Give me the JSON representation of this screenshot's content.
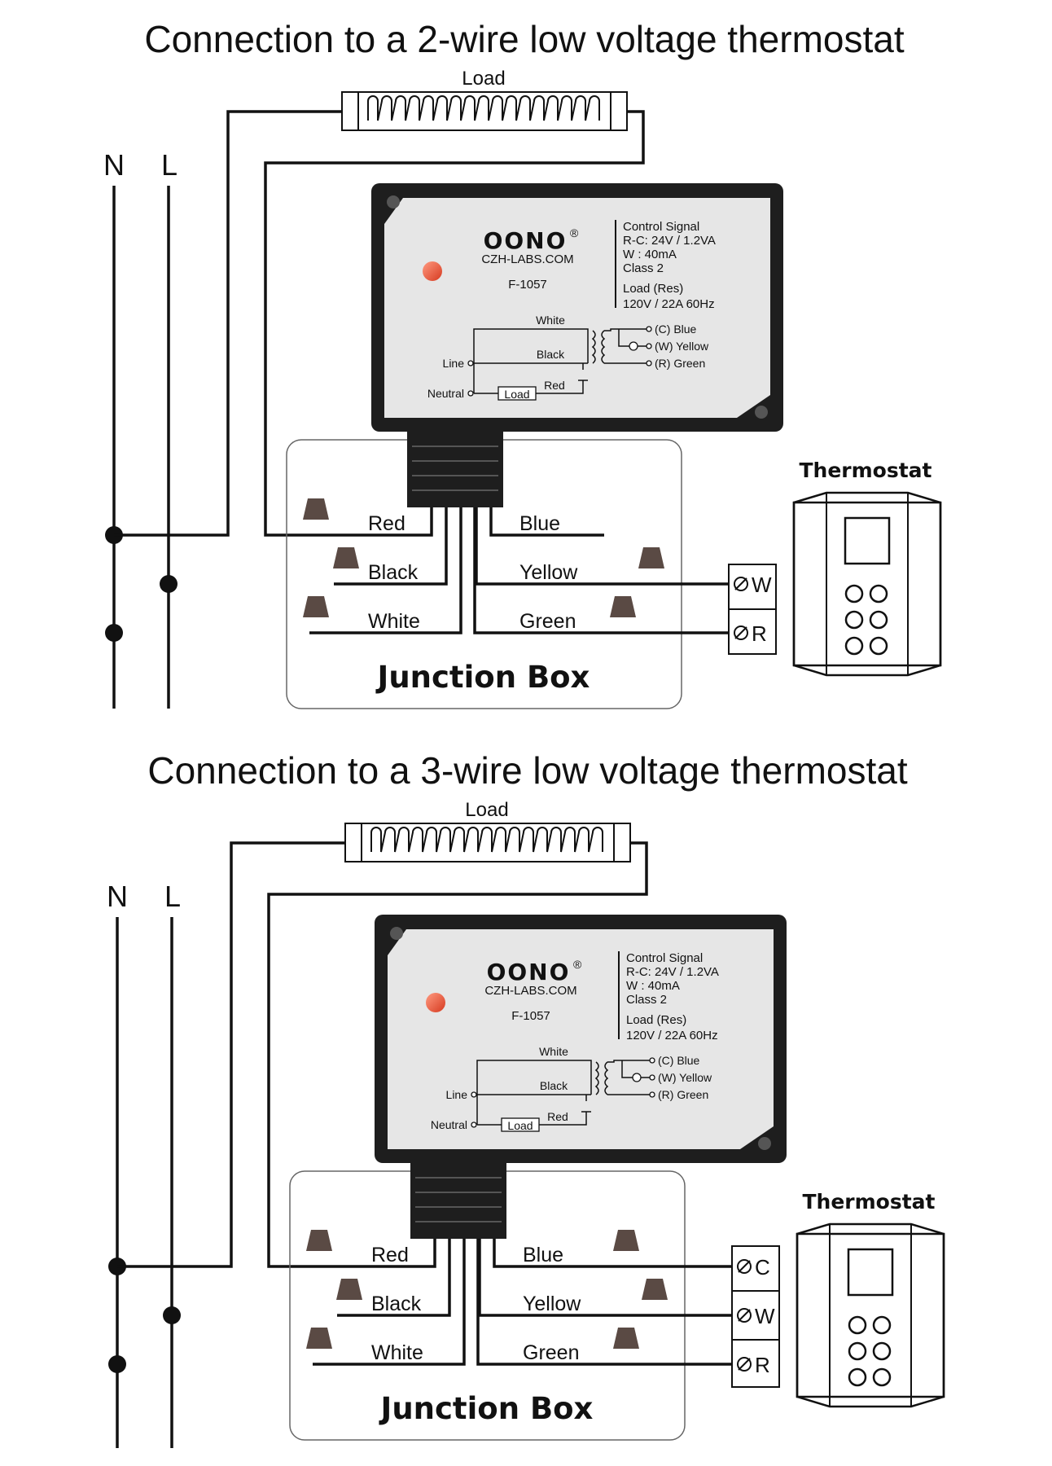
{
  "diagrams": [
    {
      "title": "Connection to a 2-wire low voltage thermostat",
      "load_label": "Load",
      "n_label": "N",
      "l_label": "L",
      "device": {
        "brand": "OONO",
        "reg_mark": "®",
        "website": "CZH-LABS.COM",
        "model": "F-1057",
        "spec_lines": [
          "Control Signal",
          "R-C: 24V / 1.2VA",
          "W   : 40mA",
          "Class 2",
          "Load  (Res)",
          "120V / 22A  60Hz"
        ],
        "schematic": {
          "white": "White",
          "black": "Black",
          "red": "Red",
          "line": "Line",
          "neutral": "Neutral",
          "load": "Load",
          "c_blue": "(C) Blue",
          "w_yellow": "(W) Yellow",
          "r_green": "(R) Green"
        }
      },
      "wires": {
        "red": "Red",
        "black": "Black",
        "white": "White",
        "blue": "Blue",
        "yellow": "Yellow",
        "green": "Green"
      },
      "junction_box": "Junction Box",
      "thermostat": {
        "label": "Thermostat",
        "terminals": [
          "W",
          "R"
        ]
      }
    },
    {
      "title": "Connection to a 3-wire low voltage thermostat",
      "load_label": "Load",
      "n_label": "N",
      "l_label": "L",
      "device": {
        "brand": "OONO",
        "reg_mark": "®",
        "website": "CZH-LABS.COM",
        "model": "F-1057",
        "spec_lines": [
          "Control Signal",
          "R-C: 24V / 1.2VA",
          "W   : 40mA",
          "Class 2",
          "Load  (Res)",
          "120V / 22A  60Hz"
        ],
        "schematic": {
          "white": "White",
          "black": "Black",
          "red": "Red",
          "line": "Line",
          "neutral": "Neutral",
          "load": "Load",
          "c_blue": "(C) Blue",
          "w_yellow": "(W) Yellow",
          "r_green": "(R) Green"
        }
      },
      "wires": {
        "red": "Red",
        "black": "Black",
        "white": "White",
        "blue": "Blue",
        "yellow": "Yellow",
        "green": "Green"
      },
      "junction_box": "Junction Box",
      "thermostat": {
        "label": "Thermostat",
        "terminals": [
          "C",
          "W",
          "R"
        ]
      }
    }
  ],
  "colors": {
    "device_body": "#1e1e1e",
    "device_face": "#e6e6e6",
    "indicator_led": "#e8452c",
    "wire_nut": "#5a4a44"
  }
}
